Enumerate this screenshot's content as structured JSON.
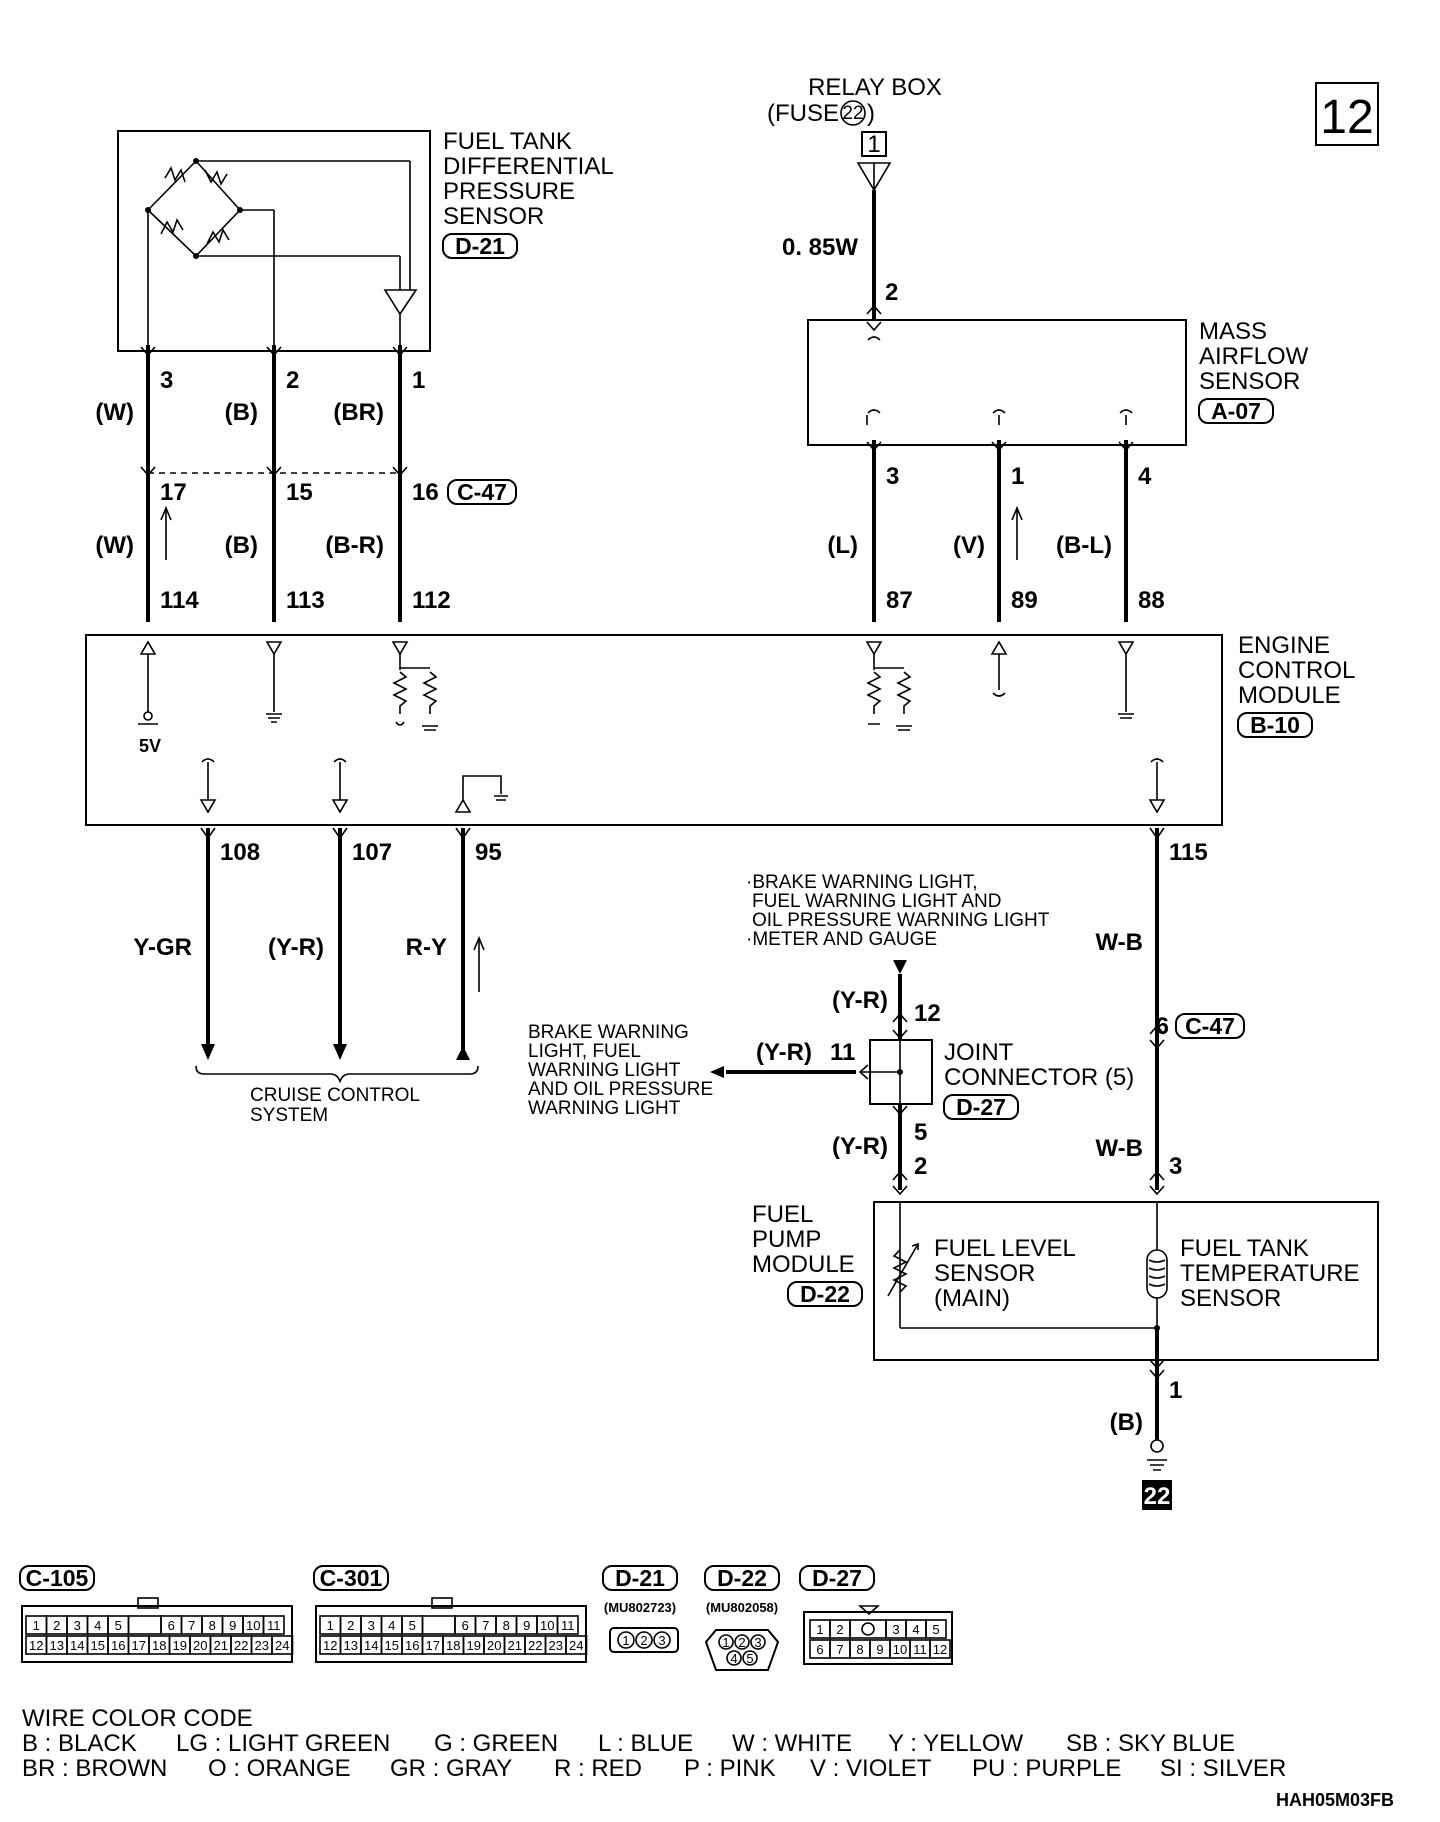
{
  "page_number": "12",
  "relay_box": {
    "line1": "RELAY BOX",
    "line2_prefix": "(FUSE",
    "fuse_no": "22",
    "line2_suffix": ")",
    "terminal": "1",
    "wire": "0. 85W"
  },
  "fuel_tank_diff_sensor": {
    "lines": [
      "FUEL TANK",
      "DIFFERENTIAL",
      "PRESSURE",
      "SENSOR"
    ],
    "connector": "D-21",
    "pins": [
      "3",
      "2",
      "1"
    ],
    "colors": [
      "(W)",
      "(B)",
      "(BR)"
    ]
  },
  "c47_top": {
    "pins": [
      "17",
      "15",
      "16"
    ],
    "connector": "C-47",
    "colors": [
      "(W)",
      "(B)",
      "(B-R)"
    ]
  },
  "ecm_top_pins": [
    "114",
    "113",
    "112",
    "87",
    "89",
    "88"
  ],
  "maf_sensor": {
    "lines": [
      "MASS",
      "AIRFLOW",
      "SENSOR"
    ],
    "connector": "A-07",
    "top_pin": "2",
    "pins": [
      "3",
      "1",
      "4"
    ],
    "colors": [
      "(L)",
      "(V)",
      "(B-L)"
    ]
  },
  "ecm": {
    "lines": [
      "ENGINE",
      "CONTROL",
      "MODULE"
    ],
    "connector": "B-10",
    "voltage": "5V"
  },
  "ecm_bottom_pins": [
    "108",
    "107",
    "95",
    "115"
  ],
  "cruise": {
    "colors": [
      "Y-GR",
      "(Y-R)",
      "R-Y"
    ],
    "lines": [
      "CRUISE CONTROL",
      "SYSTEM"
    ]
  },
  "meter_note": [
    "·BRAKE WARNING LIGHT,",
    "FUEL WARNING LIGHT AND",
    "OIL PRESSURE WARNING LIGHT",
    "·METER AND GAUGE"
  ],
  "brake_note": [
    "BRAKE WARNING",
    "LIGHT, FUEL",
    "WARNING LIGHT",
    "AND OIL PRESSURE",
    "WARNING LIGHT"
  ],
  "joint": {
    "lines": [
      "JOINT",
      "CONNECTOR (5)"
    ],
    "connector": "D-27",
    "pin_top": "12",
    "pin_left": "11",
    "pin_bottom": "5",
    "color_top": "(Y-R)",
    "color_left": "(Y-R)",
    "color_bottom": "(Y-R)"
  },
  "right_wire": {
    "color1": "W-B",
    "pin": "6",
    "connector": "C-47",
    "color2": "W-B"
  },
  "fuel_pump": {
    "lines": [
      "FUEL",
      "PUMP",
      "MODULE"
    ],
    "connector": "D-22",
    "pin_left": "2",
    "pin_right": "3",
    "pin_bottom": "1",
    "ground_color": "(B)"
  },
  "fuel_level": [
    "FUEL LEVEL",
    "SENSOR",
    "(MAIN)"
  ],
  "fuel_temp": [
    "FUEL TANK",
    "TEMPERATURE",
    "SENSOR"
  ],
  "ground": "22",
  "connector_views": [
    {
      "id": "C-105",
      "top": [
        "1",
        "2",
        "3",
        "4",
        "5",
        "",
        "6",
        "7",
        "8",
        "9",
        "10",
        "11"
      ],
      "bottom": [
        "12",
        "13",
        "14",
        "15",
        "16",
        "17",
        "18",
        "19",
        "20",
        "21",
        "22",
        "23",
        "24"
      ]
    },
    {
      "id": "C-301",
      "top": [
        "1",
        "2",
        "3",
        "4",
        "5",
        "",
        "6",
        "7",
        "8",
        "9",
        "10",
        "11"
      ],
      "bottom": [
        "12",
        "13",
        "14",
        "15",
        "16",
        "17",
        "18",
        "19",
        "20",
        "21",
        "22",
        "23",
        "24"
      ]
    },
    {
      "id": "D-21",
      "part": "(MU802723)",
      "pins": [
        "1",
        "2",
        "3"
      ]
    },
    {
      "id": "D-22",
      "part": "(MU802058)",
      "top": [
        "1",
        "2",
        "3"
      ],
      "bottom": [
        "4",
        "5"
      ]
    },
    {
      "id": "D-27",
      "top": [
        "1",
        "2",
        "",
        "3",
        "4",
        "5"
      ],
      "bottom": [
        "6",
        "7",
        "8",
        "9",
        "10",
        "11",
        "12"
      ]
    }
  ],
  "wire_color_code": {
    "title": "WIRE COLOR CODE",
    "row1": [
      "B : BLACK",
      "LG : LIGHT GREEN",
      "G : GREEN",
      "L : BLUE",
      "W : WHITE",
      "Y : YELLOW",
      "SB : SKY BLUE"
    ],
    "row2": [
      "BR : BROWN",
      "O : ORANGE",
      "GR : GRAY",
      "R : RED",
      "P : PINK",
      "V : VIOLET",
      "PU : PURPLE",
      "SI : SILVER"
    ]
  },
  "doc_code": "HAH05M03FB"
}
